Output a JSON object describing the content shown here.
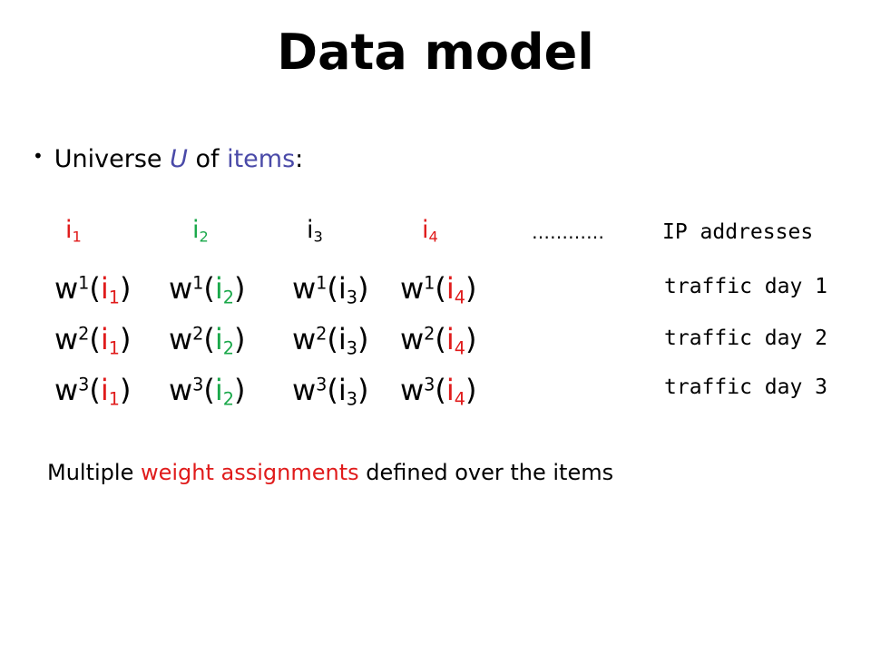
{
  "title": "Data model",
  "bullet": {
    "prefix": "Universe ",
    "symbol": "U",
    "middle": " of ",
    "items_word": "items",
    "suffix": ":"
  },
  "items": [
    {
      "base": "i",
      "sub": "1",
      "color": "#e01b1b"
    },
    {
      "base": "i",
      "sub": "2",
      "color": "#1aa84a"
    },
    {
      "base": "i",
      "sub": "3",
      "color": "#000000"
    },
    {
      "base": "i",
      "sub": "4",
      "color": "#e01b1b"
    }
  ],
  "ellipsis": "…………",
  "row_labels": {
    "header": "IP addresses",
    "day1": "traffic day 1",
    "day2": "traffic day 2",
    "day3": "traffic day 3"
  },
  "weight": {
    "w": "w",
    "sup1": "1",
    "sup2": "2",
    "sup3": "3",
    "open": "(",
    "close": ")",
    "i": "i",
    "s1": "1",
    "s2": "2",
    "s3": "3",
    "s4": "4"
  },
  "bottom": {
    "prefix": "Multiple ",
    "emph": "weight assignments",
    "suffix": " defined over the items"
  }
}
